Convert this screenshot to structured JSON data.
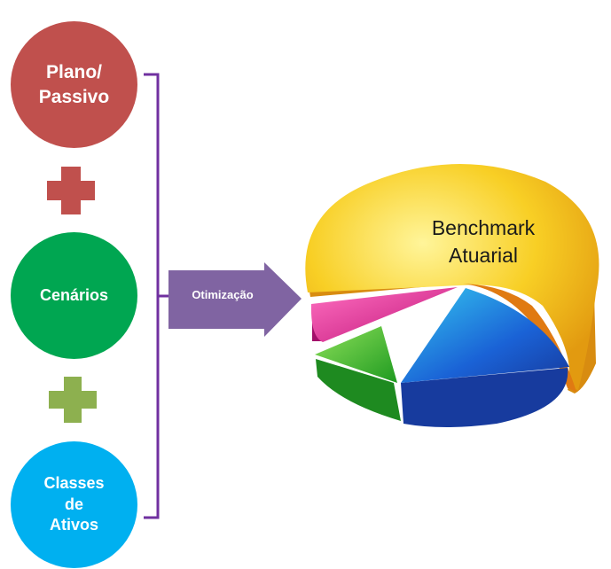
{
  "inputs": [
    {
      "label": "Plano/\nPassivo",
      "color": "#c0504d"
    },
    {
      "label": "Cenários",
      "color": "#00a651"
    },
    {
      "label": "Classes\nde\nAtivos",
      "color": "#00b0f0"
    }
  ],
  "operators": [
    {
      "symbol": "+",
      "color": "#c0504d"
    },
    {
      "symbol": "+",
      "color": "#8db04f"
    }
  ],
  "bracket_color": "#7030a0",
  "process": {
    "label": "Otimização",
    "color": "#8064a2"
  },
  "output": {
    "title": "Benchmark\nAtuarial",
    "slice_colors": [
      "#f5c518",
      "#1f6fd6",
      "#3cb82e",
      "#e0308a"
    ]
  }
}
